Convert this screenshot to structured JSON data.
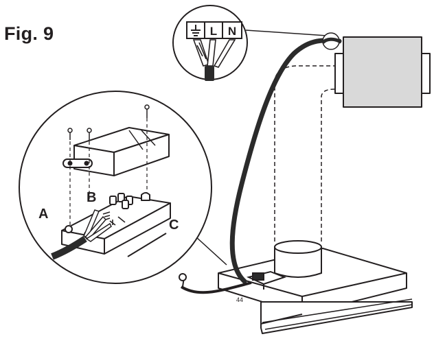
{
  "figure": {
    "title": "Fig. 9"
  },
  "callouts": {
    "a": "A",
    "b": "B",
    "c": "C"
  },
  "terminal_block": {
    "earth_symbol": "⏚",
    "live": "L",
    "neutral": "N"
  },
  "colors": {
    "ink": "#231f20",
    "motor_fill": "#d9d9d9",
    "cable": "#2b2b2b"
  }
}
